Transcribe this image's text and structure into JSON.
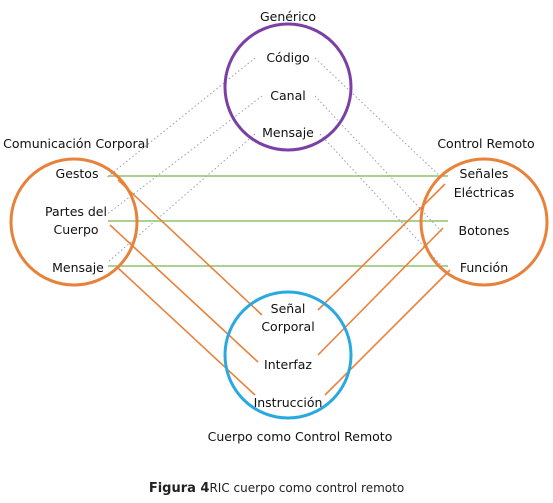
{
  "colors": {
    "generic": "#7b3fa5",
    "body": "#e8823a",
    "remote": "#e8823a",
    "bottom": "#2aa8e0",
    "green_line": "#8dc26d",
    "orange_line": "#e8823a",
    "dotted": "#9b9bb5"
  },
  "labels": {
    "generic_title": "Genérico",
    "body_title": "Comunicación Corporal",
    "remote_title": "Control Remoto",
    "bottom_title": "Cuerpo como Control Remoto"
  },
  "generic": {
    "codigo": "Código",
    "canal": "Canal",
    "mensaje": "Mensaje"
  },
  "body": {
    "gestos": "Gestos",
    "partes_1": "Partes del",
    "partes_2": "Cuerpo",
    "mensaje": "Mensaje"
  },
  "remote": {
    "senales_1": "Señales",
    "senales_2": "Eléctricas",
    "botones": "Botones",
    "funcion": "Función"
  },
  "bottom": {
    "senal_1": "Señal",
    "senal_2": "Corporal",
    "interfaz": "Interfaz",
    "instruccion": "Instrucción"
  },
  "caption": {
    "bold": "Figura 4",
    "rest": "RIC cuerpo como control remoto"
  }
}
